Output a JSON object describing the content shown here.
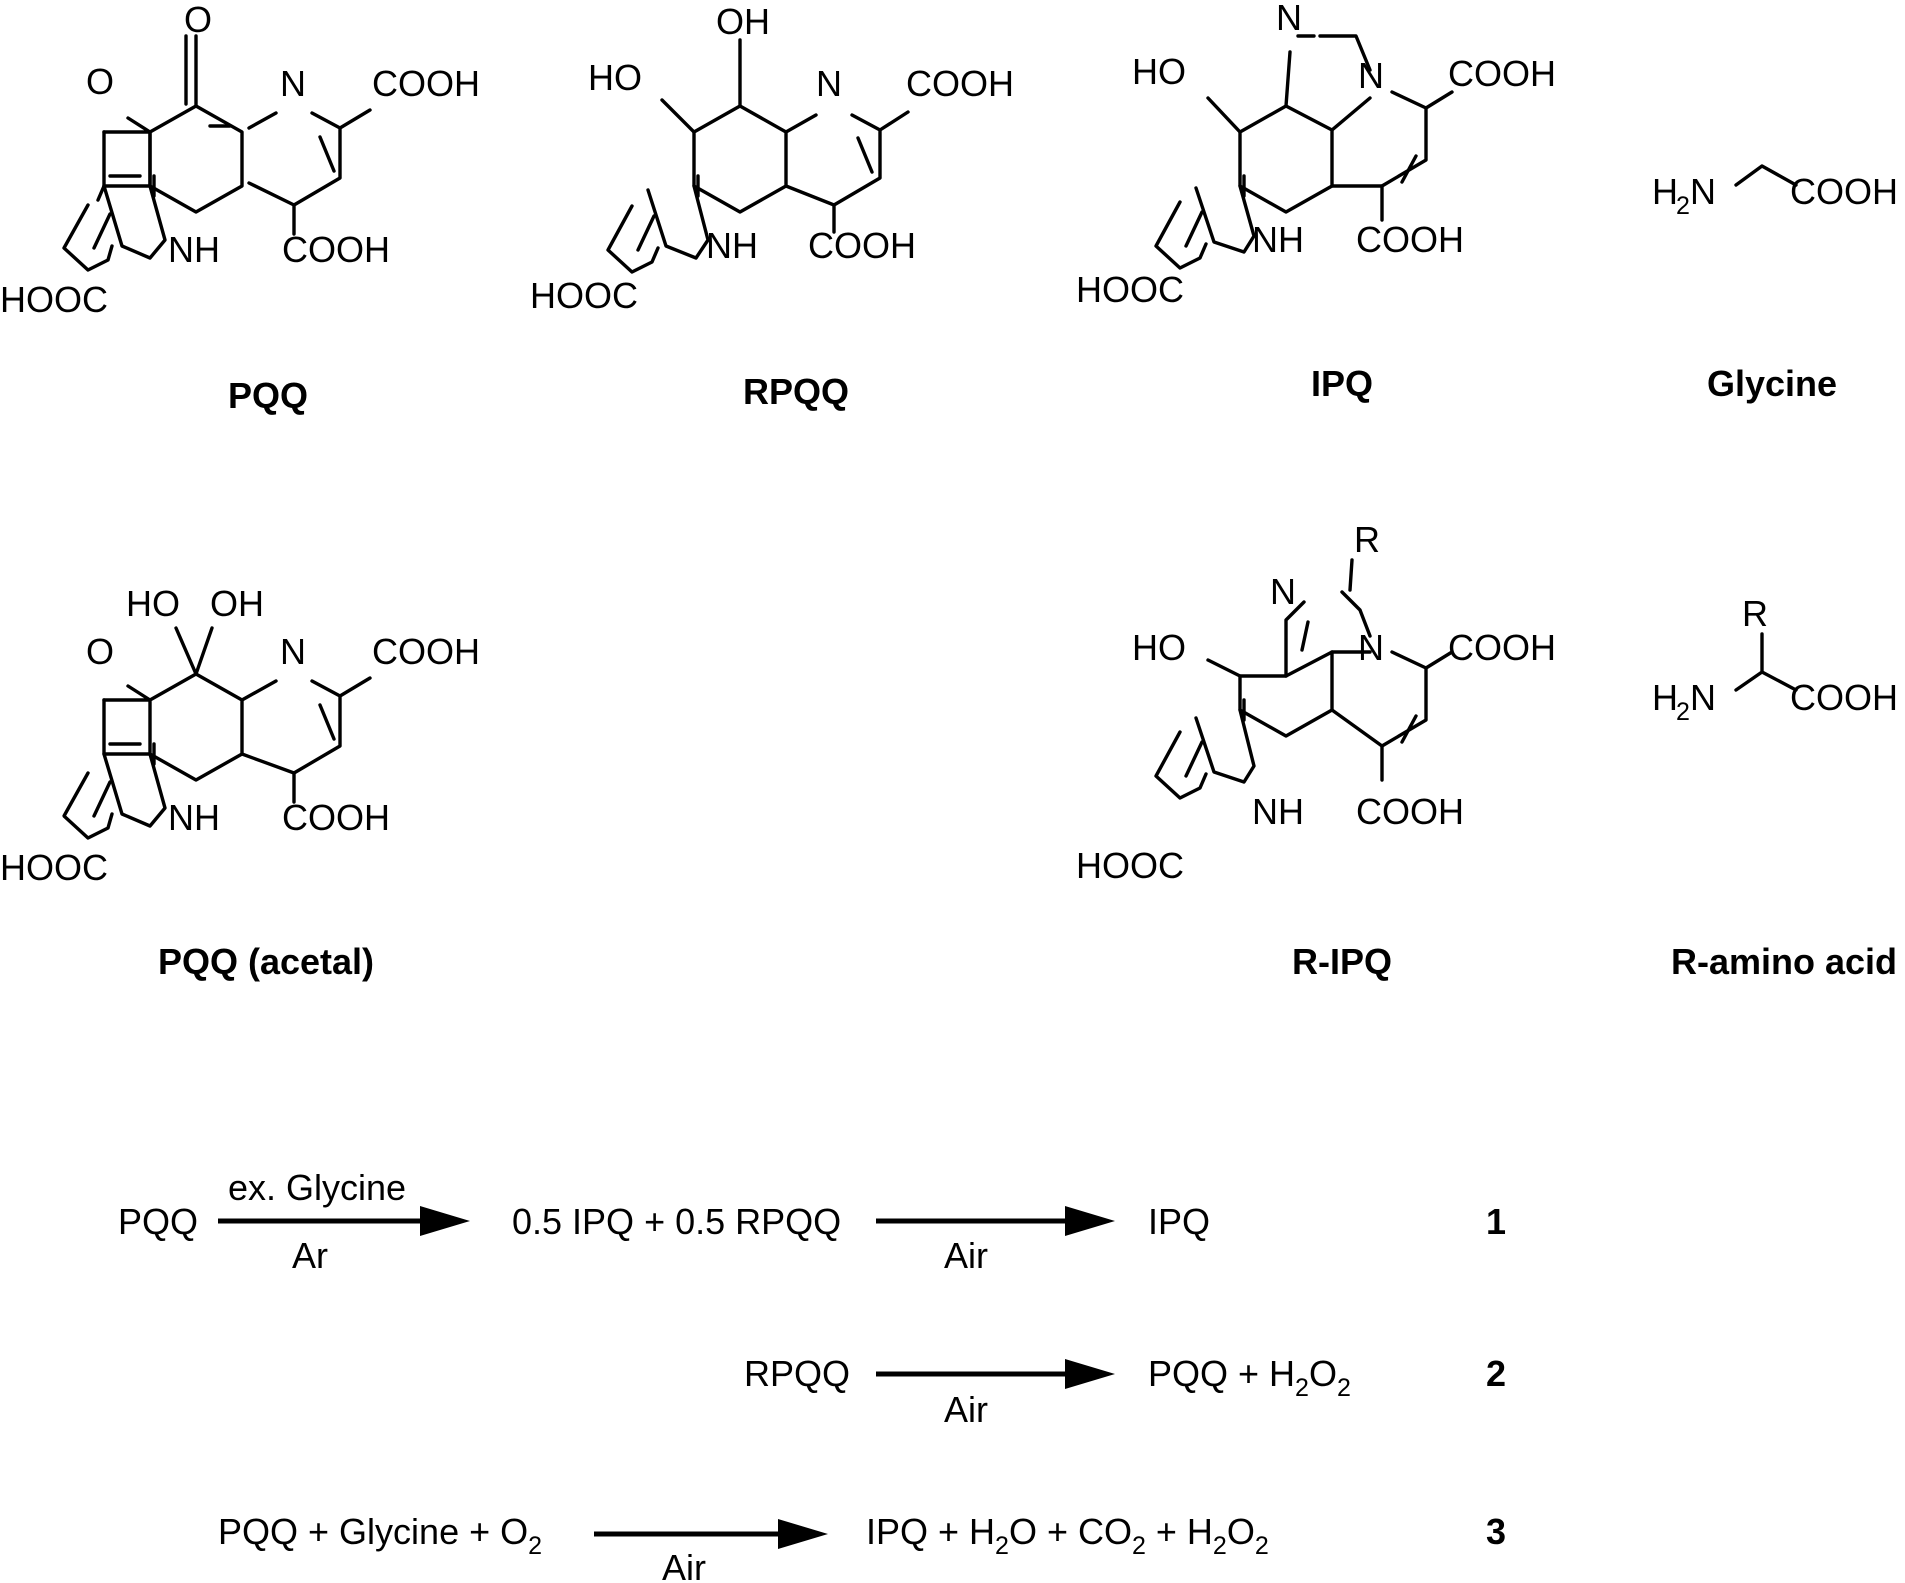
{
  "compounds": [
    {
      "id": "pqq",
      "name": "PQQ",
      "labels": [
        "O",
        "O",
        "N",
        "COOH",
        "NH",
        "COOH",
        "HOOC"
      ]
    },
    {
      "id": "rpqq",
      "name": "RPQQ",
      "labels": [
        "OH",
        "HO",
        "N",
        "COOH",
        "NH",
        "COOH",
        "HOOC"
      ]
    },
    {
      "id": "ipq",
      "name": "IPQ",
      "labels": [
        "N",
        "HO",
        "N",
        "COOH",
        "NH",
        "COOH",
        "HOOC"
      ]
    },
    {
      "id": "glycine",
      "name": "Glycine",
      "labels": [
        "H",
        "2",
        "N",
        "COOH"
      ]
    },
    {
      "id": "pqq_acetal",
      "name": "PQQ (acetal)",
      "labels": [
        "HO",
        "OH",
        "O",
        "N",
        "COOH",
        "NH",
        "COOH",
        "HOOC"
      ]
    },
    {
      "id": "r_ipq",
      "name": "R-IPQ",
      "labels": [
        "R",
        "N",
        "HO",
        "N",
        "COOH",
        "NH",
        "COOH",
        "HOOC"
      ]
    },
    {
      "id": "r_amino_acid",
      "name": "R-amino acid",
      "labels": [
        "R",
        "H",
        "2",
        "N",
        "COOH"
      ]
    }
  ],
  "equations": [
    {
      "number": "1",
      "reactant": "PQQ",
      "arrow1": {
        "above": "ex. Glycine",
        "below": "Ar"
      },
      "intermediate": "0.5 IPQ + 0.5 RPQQ",
      "arrow2": {
        "above": "",
        "below": "Air"
      },
      "product": "IPQ"
    },
    {
      "number": "2",
      "reactant": "RPQQ",
      "arrow": {
        "above": "",
        "below": "Air"
      },
      "product": [
        "PQQ + H",
        "2",
        "O",
        "2"
      ]
    },
    {
      "number": "3",
      "reactant": [
        "PQQ + Glycine + O",
        "2"
      ],
      "arrow": {
        "above": "",
        "below": "Air"
      },
      "product": [
        "IPQ + H",
        "2",
        "O + CO",
        "2",
        " + H",
        "2",
        "O",
        "2"
      ]
    }
  ]
}
